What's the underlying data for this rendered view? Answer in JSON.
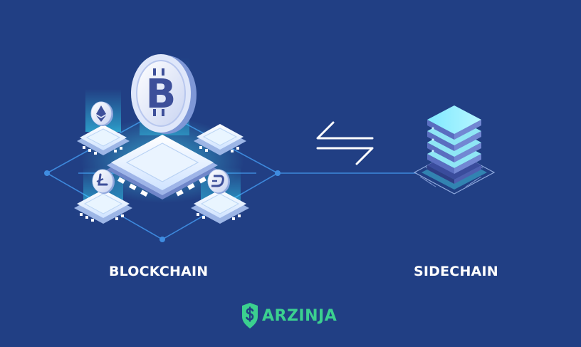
{
  "labels": {
    "left": "BLOCKCHAIN",
    "right": "SIDECHAIN"
  },
  "brand": {
    "name": "ARZINJA",
    "logo_icon": "shield-dollar-icon"
  },
  "icons": {
    "center": "bitcoin-coin-icon",
    "satellites": [
      "ethereum-icon",
      "litecoin-icon",
      "dash-icon"
    ],
    "exchange": "swap-arrows-icon",
    "sidechain": "server-stack-icon"
  },
  "colors": {
    "background": "#213f84",
    "line": "#3f8ce0",
    "glow": "#35e6ff",
    "brand": "#3bd08f",
    "text": "#ffffff"
  }
}
